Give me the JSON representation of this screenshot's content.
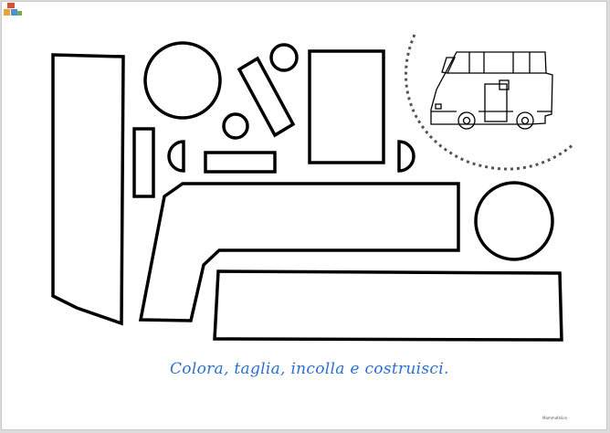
{
  "worksheet": {
    "caption": "Colora, taglia, incolla e costruisci.",
    "colors": {
      "outline": "#000000",
      "caption": "#2a6fd0",
      "cut_line": "#555555"
    },
    "logo": {
      "name": "publisher-logo",
      "text": "Mammafelice"
    },
    "preview_image": "bus-icon",
    "cut_pieces": [
      "tall-left-panel",
      "large-circle",
      "small-circle-top",
      "tilted-window-bar",
      "small-circle-middle",
      "door-rectangle",
      "narrow-vertical-bar",
      "half-circle-left",
      "horizontal-bar",
      "half-circle-right",
      "bus-body-piece",
      "wheel-circle",
      "bottom-bar"
    ]
  }
}
